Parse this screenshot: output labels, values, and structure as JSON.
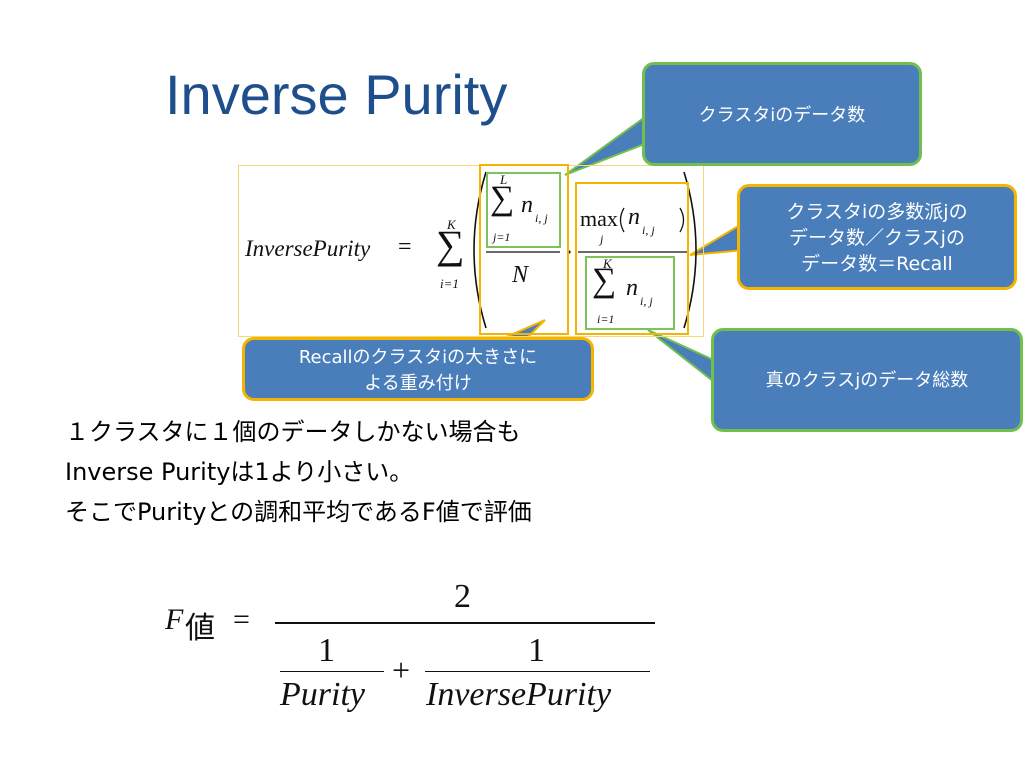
{
  "title": "Inverse Purity",
  "formula": {
    "lhs": "InversePurity",
    "equals": "=",
    "sum_upper": "K",
    "sum_lower": "i=1",
    "inner_sum_upper": "L",
    "inner_sum_lower": "j=1",
    "n_symbol": "n",
    "n_subscript": "i, j",
    "denominator_N": "N",
    "max_label": "max",
    "max_subscript": "j",
    "lower_sum_upper": "K",
    "lower_sum_lower": "i=1",
    "paren_open": "(",
    "paren_close": ")"
  },
  "callouts": {
    "cluster_data_count": "クラスタiのデータ数",
    "majority_line1": "クラスタiの多数派jの",
    "majority_line2": "データ数／クラスjの",
    "majority_line3": "データ数＝Recall",
    "weight_line1": "Recallのクラスタiの大きさに",
    "weight_line2": "よる重み付け",
    "true_class_total": "真のクラスjのデータ総数"
  },
  "body": {
    "line1": "１クラスタに１個のデータしかない場合も",
    "line2": "Inverse Purityは1より小さい。",
    "line3": "そこでPurityとの調和平均であるF値で評価"
  },
  "f_formula": {
    "lhs_f": "F",
    "lhs_kanji": "値",
    "equals": "=",
    "numerator": "2",
    "term1_num": "1",
    "term1_den": "Purity",
    "plus": "+",
    "term2_num": "1",
    "term2_den": "InversePurity"
  },
  "colors": {
    "title": "#1f4e8c",
    "callout_fill": "#4a7ebb",
    "green_border": "#71c04e",
    "yellow_border": "#f4b400"
  }
}
